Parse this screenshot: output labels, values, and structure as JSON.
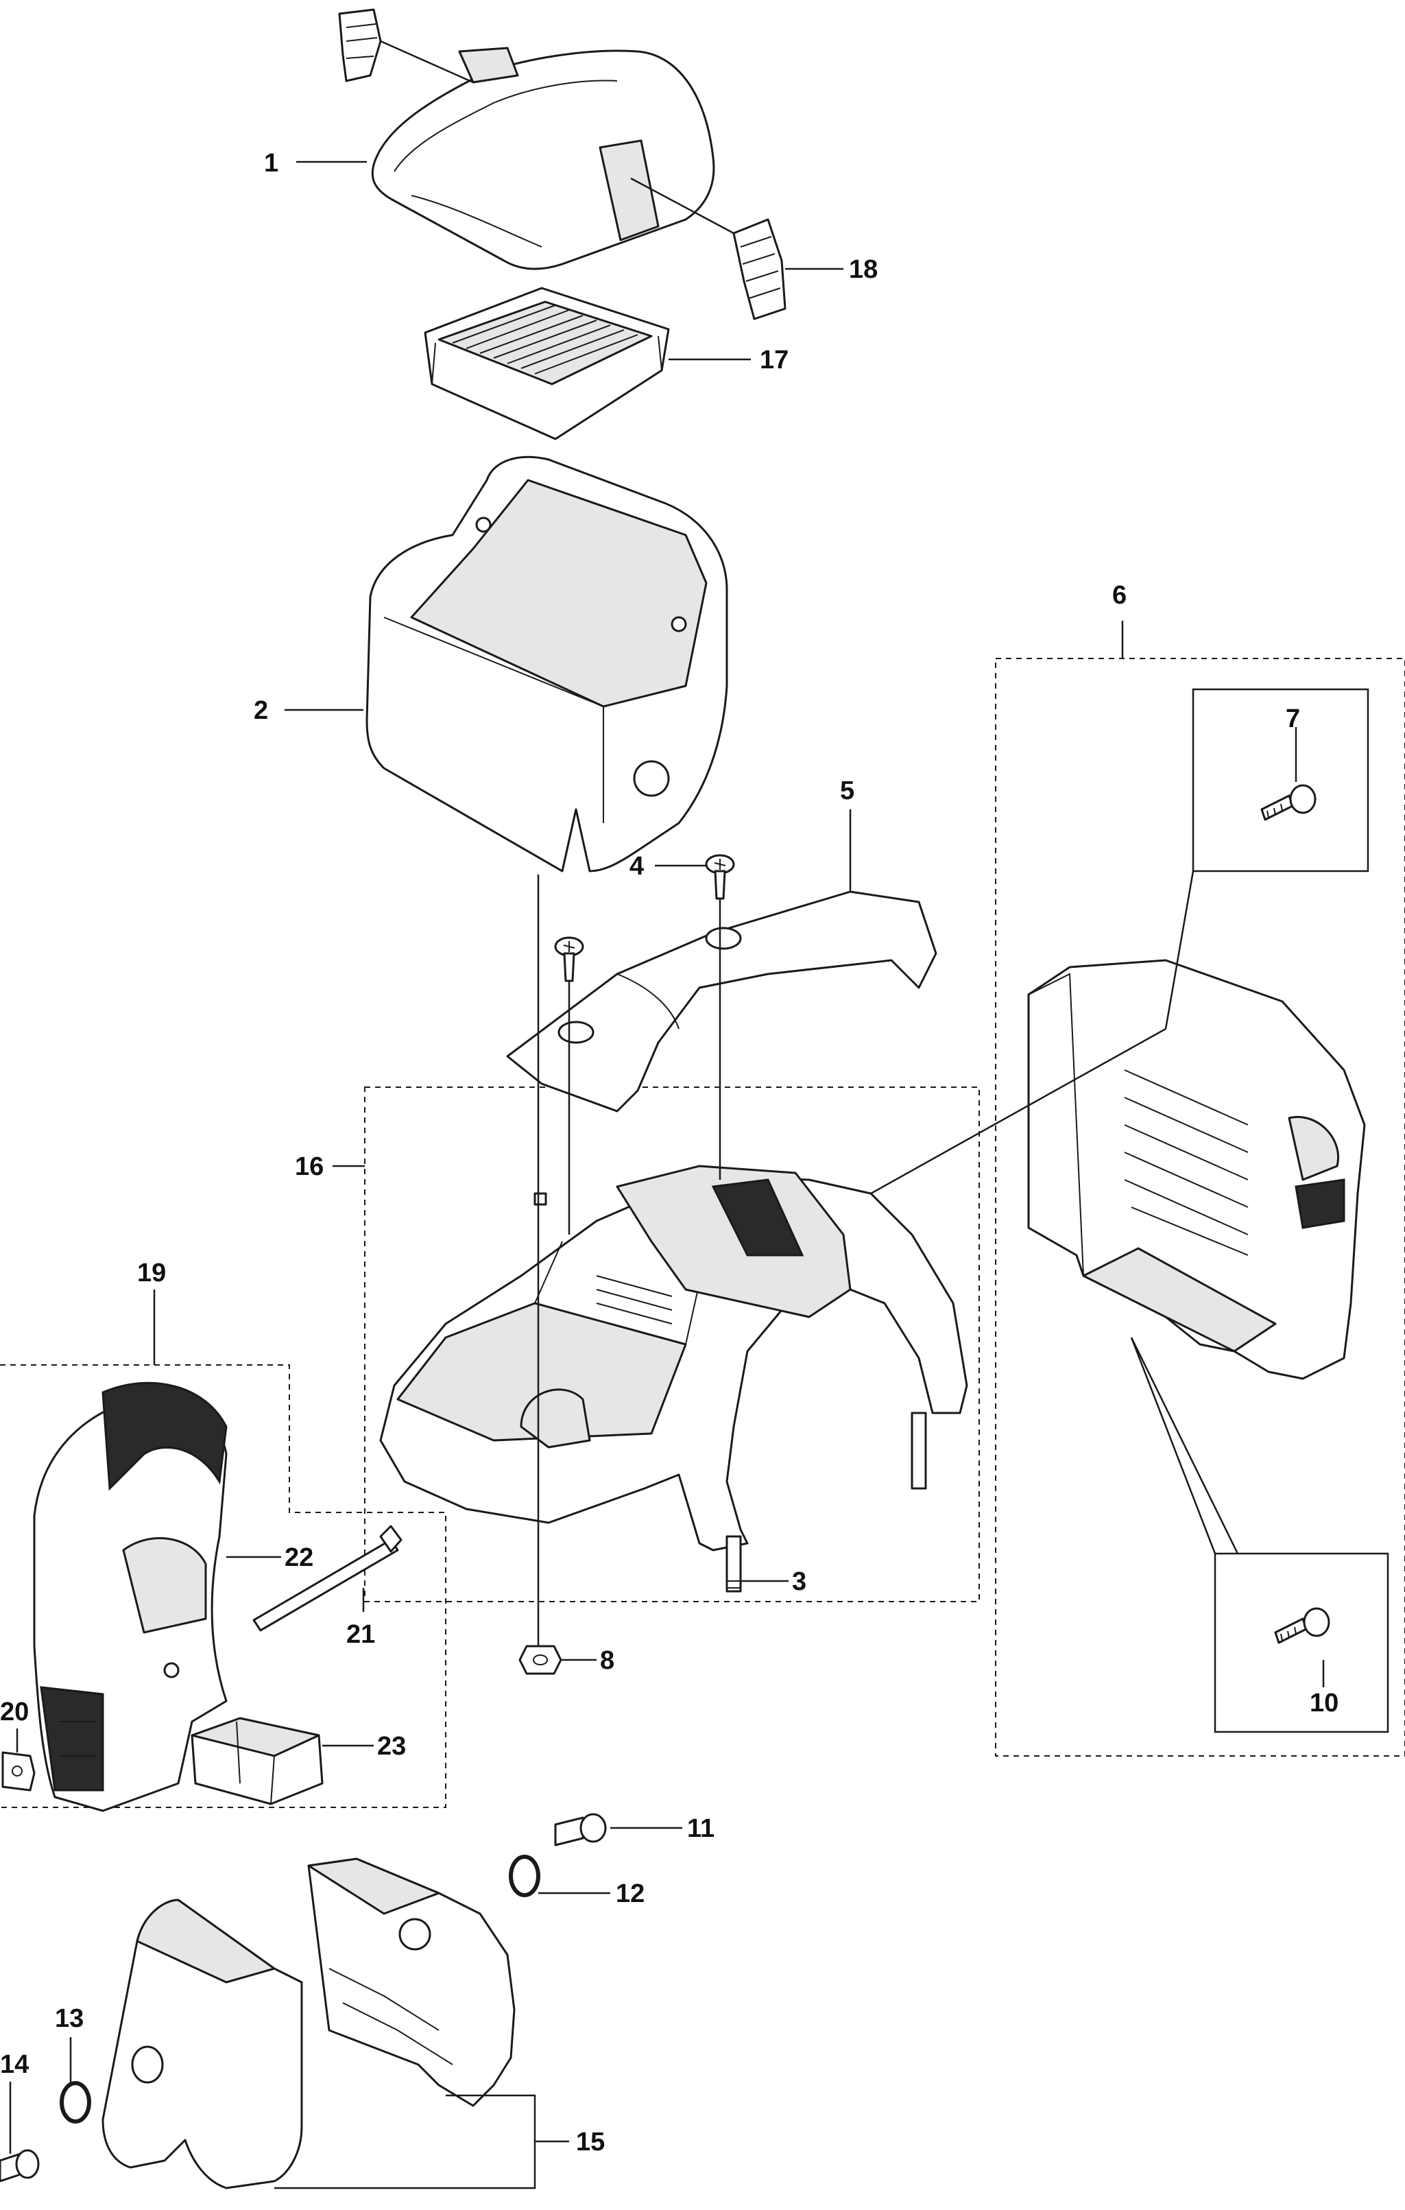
{
  "diagram": {
    "callouts": [
      "1",
      "2",
      "3",
      "4",
      "5",
      "6",
      "7",
      "8",
      "10",
      "11",
      "12",
      "13",
      "14",
      "15",
      "16",
      "17",
      "18",
      "19",
      "20",
      "21",
      "22",
      "23"
    ]
  }
}
